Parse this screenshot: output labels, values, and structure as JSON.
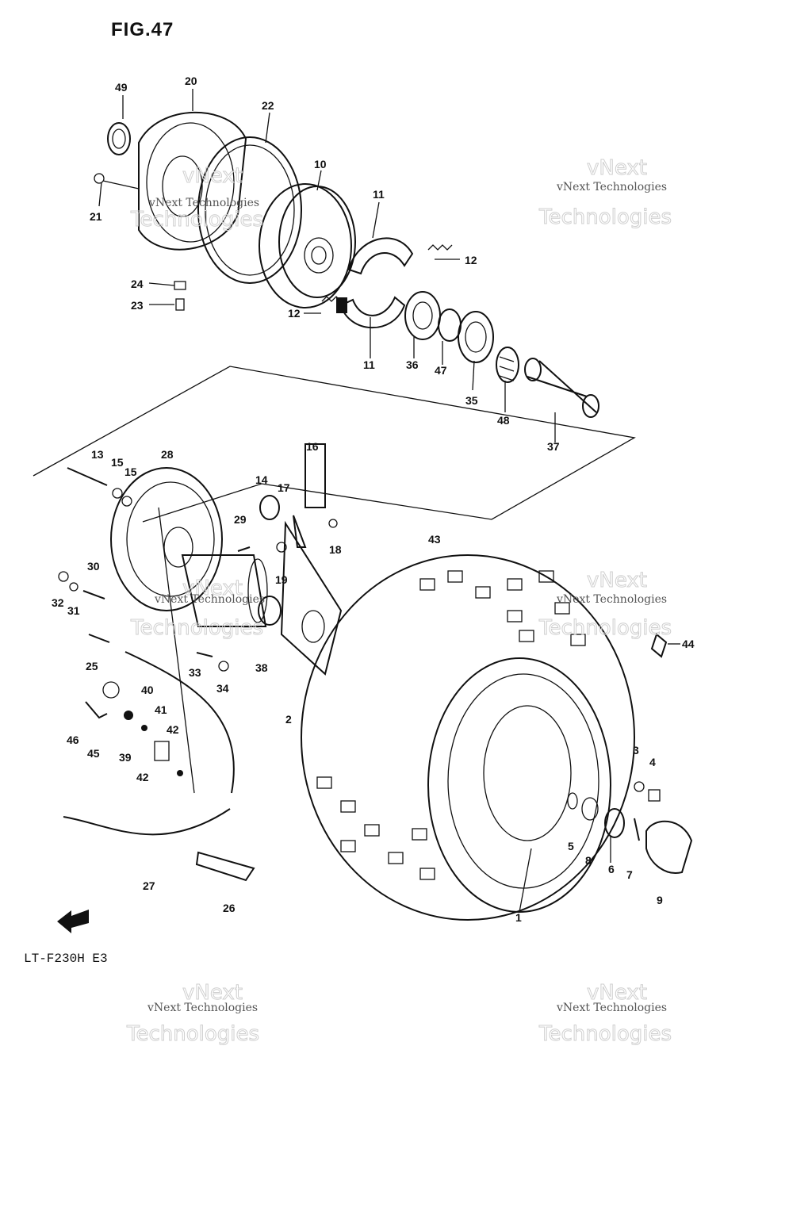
{
  "figure": {
    "title": "FIG.47",
    "model": "LT-F230H E3",
    "direction_icon": "fwd-arrow-icon"
  },
  "watermark": {
    "line1": "vNext Technologies",
    "line2": "vNext",
    "line3": "Technologies"
  },
  "callouts": [
    {
      "id": "c49",
      "label": "49"
    },
    {
      "id": "c20",
      "label": "20"
    },
    {
      "id": "c22",
      "label": "22"
    },
    {
      "id": "c10",
      "label": "10"
    },
    {
      "id": "c11a",
      "label": "11"
    },
    {
      "id": "c12a",
      "label": "12"
    },
    {
      "id": "c21",
      "label": "21"
    },
    {
      "id": "c24",
      "label": "24"
    },
    {
      "id": "c23",
      "label": "23"
    },
    {
      "id": "c12b",
      "label": "12"
    },
    {
      "id": "c11b",
      "label": "11"
    },
    {
      "id": "c36",
      "label": "36"
    },
    {
      "id": "c47",
      "label": "47"
    },
    {
      "id": "c35",
      "label": "35"
    },
    {
      "id": "c48",
      "label": "48"
    },
    {
      "id": "c37",
      "label": "37"
    },
    {
      "id": "c13",
      "label": "13"
    },
    {
      "id": "c15a",
      "label": "15"
    },
    {
      "id": "c15b",
      "label": "15"
    },
    {
      "id": "c28",
      "label": "28"
    },
    {
      "id": "c14",
      "label": "14"
    },
    {
      "id": "c17",
      "label": "17"
    },
    {
      "id": "c16",
      "label": "16"
    },
    {
      "id": "c29",
      "label": "29"
    },
    {
      "id": "c18",
      "label": "18"
    },
    {
      "id": "c19",
      "label": "19"
    },
    {
      "id": "c30",
      "label": "30"
    },
    {
      "id": "c32",
      "label": "32"
    },
    {
      "id": "c31",
      "label": "31"
    },
    {
      "id": "c43",
      "label": "43"
    },
    {
      "id": "c25",
      "label": "25"
    },
    {
      "id": "c33",
      "label": "33"
    },
    {
      "id": "c38",
      "label": "38"
    },
    {
      "id": "c34",
      "label": "34"
    },
    {
      "id": "c44",
      "label": "44"
    },
    {
      "id": "c2",
      "label": "2"
    },
    {
      "id": "c40",
      "label": "40"
    },
    {
      "id": "c41",
      "label": "41"
    },
    {
      "id": "c42a",
      "label": "42"
    },
    {
      "id": "c46",
      "label": "46"
    },
    {
      "id": "c45",
      "label": "45"
    },
    {
      "id": "c39",
      "label": "39"
    },
    {
      "id": "c42b",
      "label": "42"
    },
    {
      "id": "c3",
      "label": "3"
    },
    {
      "id": "c4",
      "label": "4"
    },
    {
      "id": "c5",
      "label": "5"
    },
    {
      "id": "c8",
      "label": "8"
    },
    {
      "id": "c6",
      "label": "6"
    },
    {
      "id": "c7",
      "label": "7"
    },
    {
      "id": "c9",
      "label": "9"
    },
    {
      "id": "c1",
      "label": "1"
    },
    {
      "id": "c27",
      "label": "27"
    },
    {
      "id": "c26",
      "label": "26"
    }
  ]
}
